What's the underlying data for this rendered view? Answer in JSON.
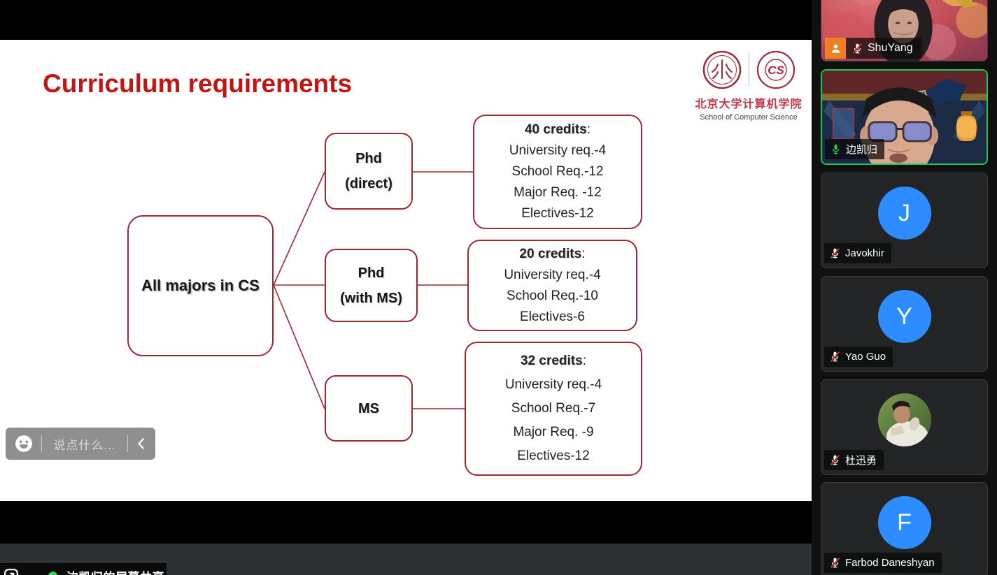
{
  "slide": {
    "title": "Curriculum requirements",
    "logo": {
      "org_cn": "北京大学计算机学院",
      "org_en": "School of Computer Science",
      "seal_cs_text": "CS"
    },
    "credits_suffix": ":",
    "diagram": {
      "root_label": "All majors in CS",
      "branches": [
        {
          "label": "Phd\n(direct)",
          "credits": "40 credits",
          "items": [
            "University req.-4",
            "School Req.-12",
            "Major Req. -12",
            "Electives-12"
          ]
        },
        {
          "label": "Phd\n(with MS)",
          "credits": "20 credits",
          "items": [
            "University req.-4",
            "School Req.-10",
            "Electives-6"
          ]
        },
        {
          "label": "MS",
          "credits": "32 credits",
          "items": [
            "University req.-4",
            "School Req.-7",
            "Major Req. -9",
            "Electives-12"
          ]
        }
      ]
    }
  },
  "chat_bar": {
    "placeholder": "说点什么..."
  },
  "share_banner": {
    "text": "边凯归的屏幕共享"
  },
  "participants": [
    {
      "name": "ShuYang",
      "muted": true,
      "video": true,
      "badge": "attendee-badge"
    },
    {
      "name": "边凯归",
      "muted": false,
      "video": true,
      "active_speaker": true
    },
    {
      "name": "Javokhir",
      "muted": true,
      "avatar_letter": "J"
    },
    {
      "name": "Yao Guo",
      "muted": true,
      "avatar_letter": "Y"
    },
    {
      "name": "杜迅勇",
      "muted": true,
      "avatar_photo": true
    },
    {
      "name": "Farbod Daneshyan",
      "muted": true,
      "avatar_letter": "F"
    }
  ],
  "colors": {
    "slide_accent_red": "#9c2833",
    "title_red": "#c51414",
    "logo_red": "#c0394a",
    "avatar_blue": "#2D8CFF",
    "active_speaker_green": "#1ec45c",
    "mic_live_green": "#2ec351",
    "mic_muted_slash_red": "#d5332c",
    "badge_orange": "#ee8022",
    "share_dot_green": "#3ad159",
    "letterbox_black": "#000000",
    "app_strip_gray": "#2d3134"
  }
}
